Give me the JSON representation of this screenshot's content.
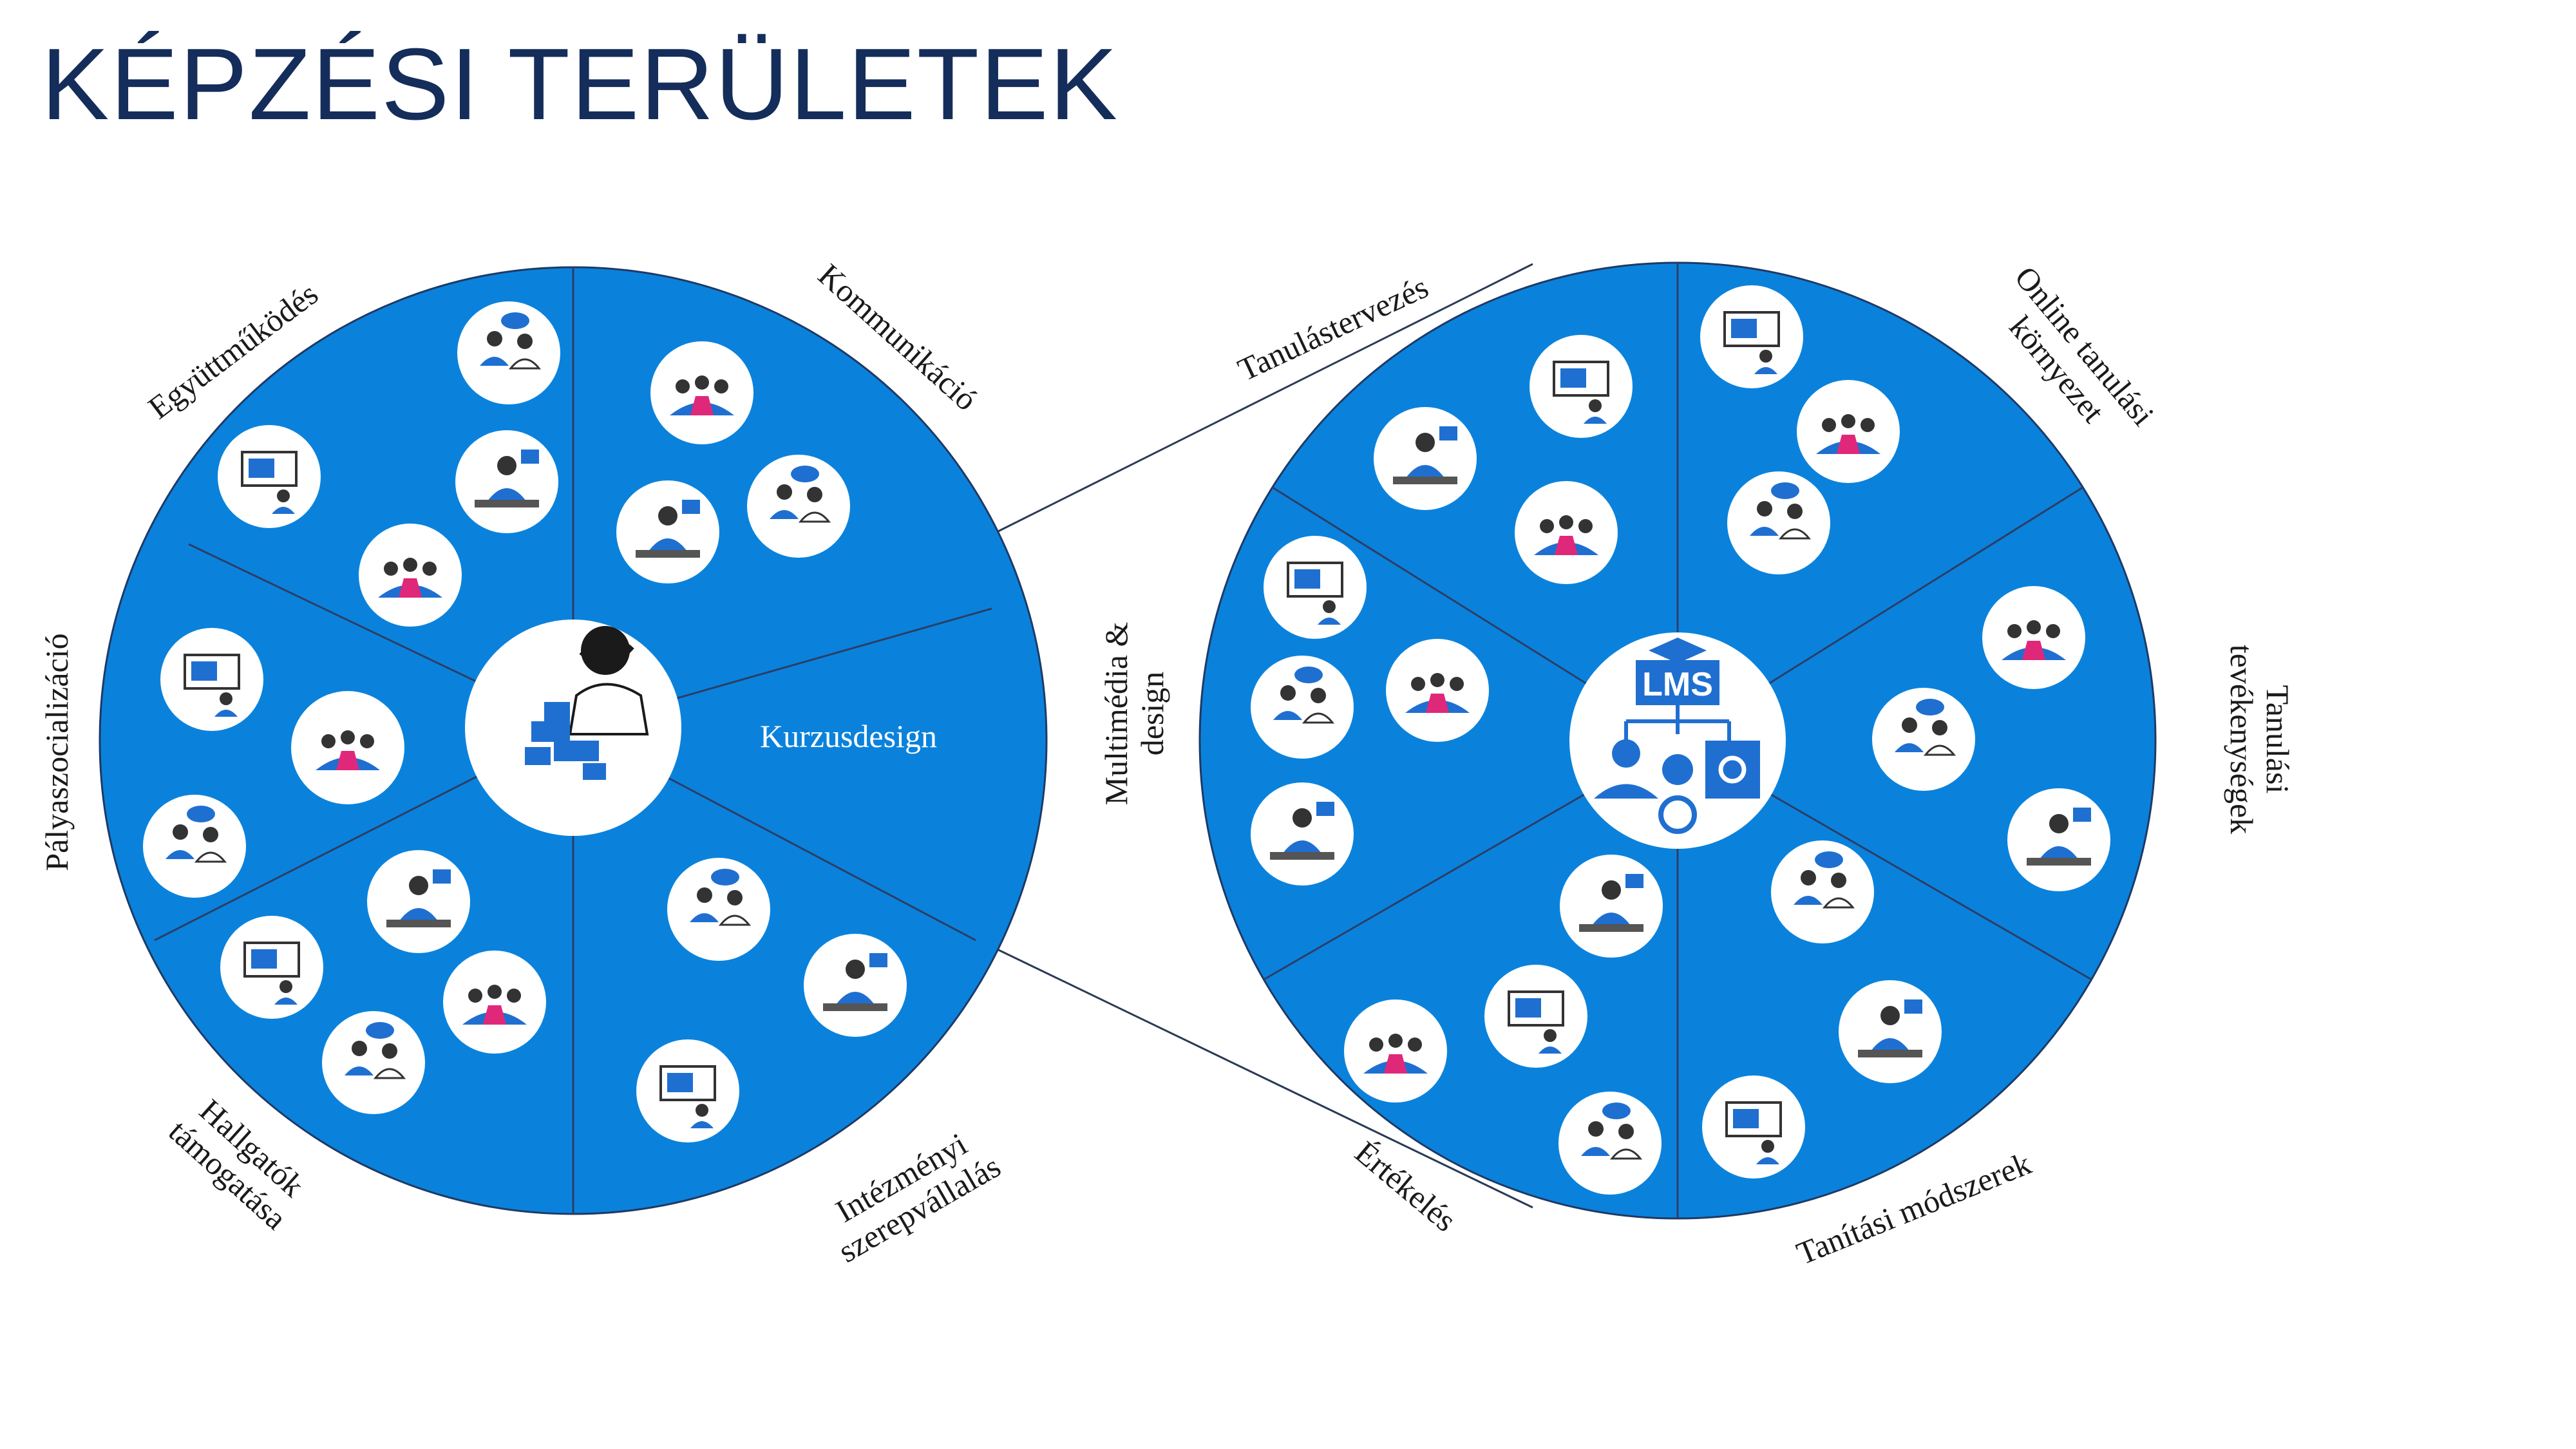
{
  "title": "KÉPZÉSI TERÜLETEK",
  "colors": {
    "wheel": "#0a82dc",
    "title": "#142d5a",
    "accent": "#1f6fd1",
    "line": "#2a3a55"
  },
  "left_wheel": {
    "center_icon": "person-building-blocks-icon",
    "center_label": "Kurzusdesign",
    "sectors": [
      {
        "label": "Együttműködés",
        "icons": [
          "meeting-people-icon",
          "puzzle-pieces-icon",
          "team-group-icon",
          "consulting-people-icon"
        ]
      },
      {
        "label": "Kommunikáció",
        "icons": [
          "two-people-talking-icon",
          "speech-bubbles-people-icon",
          "handshake-circle-icon"
        ]
      },
      {
        "label": "Pályaszocializáció",
        "icons": [
          "office-desks-icon",
          "classroom-group-icon",
          "video-screen-face-icon"
        ]
      },
      {
        "label": "Hallgatók támogatása",
        "lines": [
          "Hallgatók",
          "támogatása"
        ],
        "icons": [
          "business-people-icon",
          "mind-map-group-icon",
          "presentation-audience-icon",
          "social-media-people-icon"
        ]
      },
      {
        "label": "Intézményi szerepvállalás",
        "lines": [
          "Intézményi",
          "szerepvállalás"
        ],
        "icons": [
          "desk-worker-icon",
          "woman-speech-bubbles-icon",
          "pencil-person-icon"
        ]
      }
    ]
  },
  "right_wheel": {
    "center_label": "LMS",
    "center_icon": "lms-hierarchy-icon",
    "sectors": [
      {
        "label": "Tanulástervezés",
        "icons": [
          "mountain-goal-icon",
          "plant-presenter-icon",
          "teacher-students-icon"
        ]
      },
      {
        "label": "Online tanulási környezet",
        "lines": [
          "Online tanulási",
          "környezet"
        ],
        "icons": [
          "star-rating-people-icon",
          "online-reader-icon",
          "home-desk-plant-icon"
        ]
      },
      {
        "label": "Tanulási tevékenységek",
        "lines": [
          "Tanulási",
          "tevékenységek"
        ],
        "icons": [
          "computer-chat-icon",
          "video-conference-icon",
          "board-planning-icon"
        ]
      },
      {
        "label": "Tanítási módszerek",
        "icons": [
          "video-lecture-icon",
          "screen-tutorial-icon",
          "landscape-walk-icon"
        ]
      },
      {
        "label": "Értékelés",
        "icons": [
          "whiteboard-viewer-icon",
          "flipchart-presenter-icon",
          "laptop-review-icon",
          "laboratory-icon"
        ]
      },
      {
        "label": "Multimédia & design",
        "lines": [
          "Multimédia  &",
          "design"
        ],
        "icons": [
          "artist-palette-icon",
          "monitor-design-icon",
          "hand-drawing-screen-icon",
          "video-shooting-icon"
        ]
      }
    ]
  }
}
